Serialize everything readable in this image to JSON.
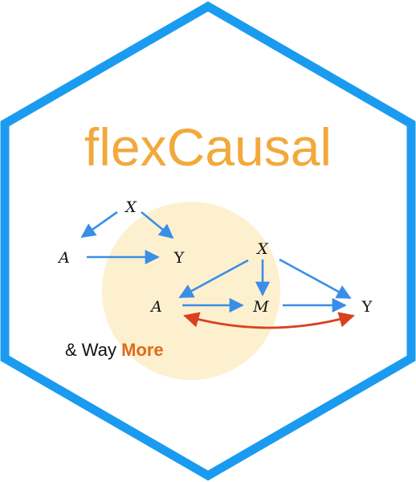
{
  "logo": {
    "title": "flexCausal",
    "tagline": {
      "prefix": "& Way ",
      "highlight": "More"
    }
  },
  "diagrams": {
    "simple": {
      "nodes": [
        {
          "id": "X",
          "label": "X",
          "italic": true
        },
        {
          "id": "A",
          "label": "A",
          "italic": true
        },
        {
          "id": "Y",
          "label": "Y",
          "italic": false
        }
      ],
      "edges": [
        {
          "from": "X",
          "to": "A",
          "type": "directed"
        },
        {
          "from": "X",
          "to": "Y",
          "type": "directed"
        },
        {
          "from": "A",
          "to": "Y",
          "type": "directed"
        }
      ]
    },
    "mediation": {
      "nodes": [
        {
          "id": "X",
          "label": "X",
          "italic": true
        },
        {
          "id": "A",
          "label": "A",
          "italic": true
        },
        {
          "id": "M",
          "label": "M",
          "italic": true
        },
        {
          "id": "Y",
          "label": "Y",
          "italic": false
        }
      ],
      "edges": [
        {
          "from": "X",
          "to": "A",
          "type": "directed"
        },
        {
          "from": "X",
          "to": "M",
          "type": "directed"
        },
        {
          "from": "X",
          "to": "Y",
          "type": "directed"
        },
        {
          "from": "A",
          "to": "M",
          "type": "directed"
        },
        {
          "from": "M",
          "to": "Y",
          "type": "directed"
        },
        {
          "from": "A",
          "to": "Y",
          "type": "bidirected"
        }
      ]
    }
  },
  "colors": {
    "hex_border": "#1A9BF0",
    "title": "#F2A93B",
    "circle": "#FDF0CF",
    "directed_edge": "#3A8EE6",
    "bidirected_edge": "#D9411E",
    "highlight": "#E06A1B"
  }
}
